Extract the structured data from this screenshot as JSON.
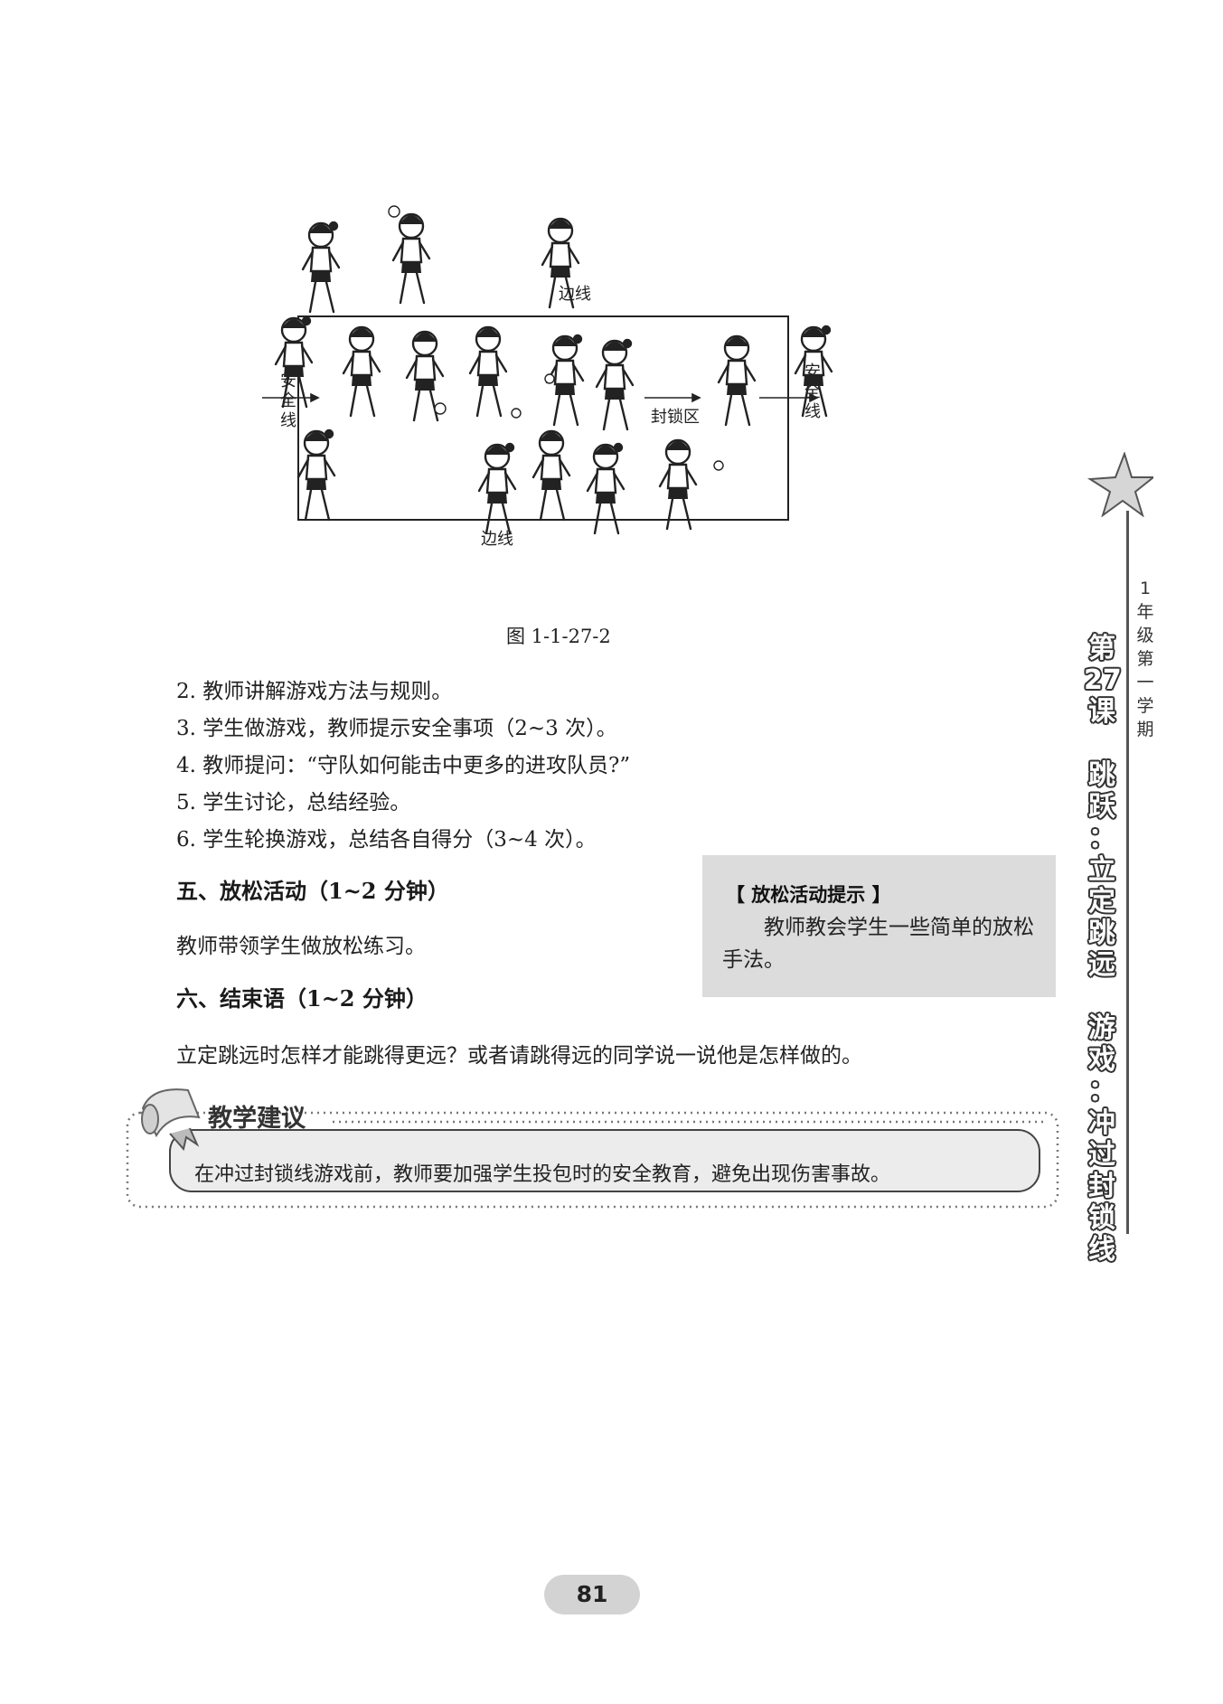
{
  "figure": {
    "labels": {
      "sideline_top": "边线",
      "sideline_bottom": "边线",
      "safety_left": "安全线",
      "safety_right": "安全线",
      "block_zone": "封锁区"
    },
    "caption": "图 1-1-27-2"
  },
  "steps": [
    "2. 教师讲解游戏方法与规则。",
    "3. 学生做游戏，教师提示安全事项（2~3 次）。",
    "4. 教师提问：“守队如何能击中更多的进攻队员?”",
    "5. 学生讨论，总结经验。",
    "6. 学生轮换游戏，总结各自得分（3~4 次）。"
  ],
  "section5": {
    "title": "五、放松活动（1~2 分钟）",
    "text": "教师带领学生做放松练习。"
  },
  "tip": {
    "title": "【 放松活动提示 】",
    "body": "教师教会学生一些简单的放松手法。"
  },
  "section6": {
    "title": "六、结束语（1~2 分钟）",
    "text": "立定跳远时怎样才能跳得更远？或者请跳得远的同学说一说他是怎样做的。"
  },
  "suggestion": {
    "title": "教学建议",
    "text": "在冲过封锁线游戏前，教师要加强学生投包时的安全教育，避免出现伤害事故。"
  },
  "sidebar": {
    "grade": [
      "1",
      "年",
      "级",
      "第",
      "一",
      "学",
      "期"
    ],
    "title": [
      "第",
      "27",
      "课",
      "",
      "跳",
      "跃",
      "：",
      "立",
      "定",
      "跳",
      "远",
      "",
      "游",
      "戏",
      "：",
      "冲",
      "过",
      "封",
      "锁",
      "线"
    ]
  },
  "page_number": "81"
}
